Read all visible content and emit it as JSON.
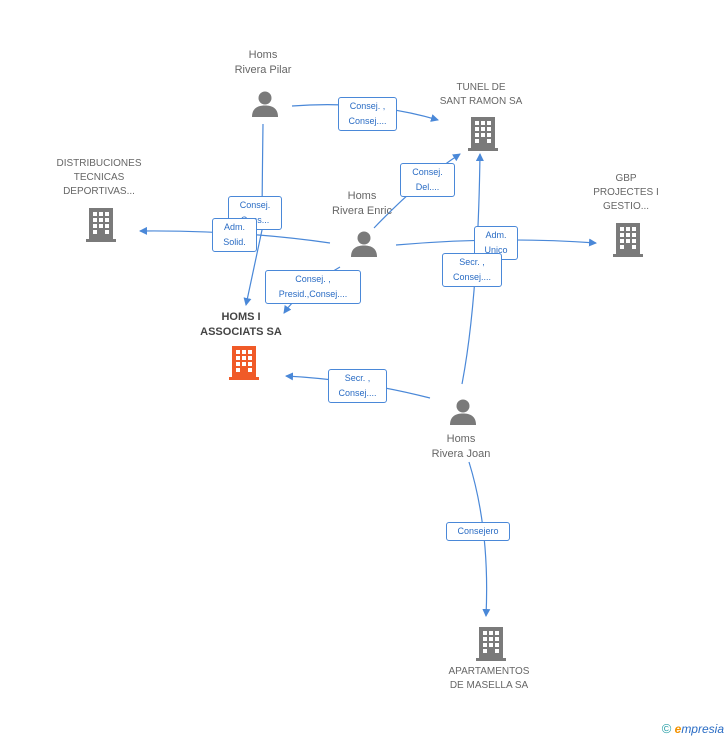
{
  "colors": {
    "edge": "#4a88d8",
    "building": "#7a7a7a",
    "main_building": "#f05a28",
    "person": "#7a7a7a"
  },
  "nodes": {
    "pilar": {
      "line1": "Homs",
      "line2": "Rivera Pilar",
      "icon": "person-icon"
    },
    "enric": {
      "line1": "Homs",
      "line2": "Rivera Enric",
      "icon": "person-icon"
    },
    "joan": {
      "line1": "Homs",
      "line2": "Rivera Joan",
      "icon": "person-icon"
    },
    "tunel": {
      "line1": "TUNEL DE",
      "line2": "SANT RAMON SA",
      "icon": "building-icon"
    },
    "distrib": {
      "line1": "DISTRIBUCIONES",
      "line2": "TECNICAS",
      "line3": "DEPORTIVAS...",
      "icon": "building-icon"
    },
    "gbp": {
      "line1": "GBP",
      "line2": "PROJECTES I",
      "line3": "GESTIO...",
      "icon": "building-icon"
    },
    "homs": {
      "line1": "HOMS I",
      "line2": "ASSOCIATS SA",
      "icon": "building-icon"
    },
    "apart": {
      "line1": "APARTAMENTOS",
      "line2": "DE MASELLA SA",
      "icon": "building-icon"
    }
  },
  "edge_labels": {
    "pilar_tunel": {
      "l1": "Consej. ,",
      "l2": "Consej...."
    },
    "pilar_homs": {
      "l1": "Consej.",
      "l2": "Cons..."
    },
    "enric_distrib": {
      "l1": "Adm.",
      "l2": "Solid."
    },
    "enric_tunel": {
      "l1": "Consej.",
      "l2": "Del...."
    },
    "enric_homs": {
      "l1": "Consej. ,",
      "l2": "Presid.,Consej...."
    },
    "enric_gbp": {
      "l1": "Adm.",
      "l2": "Unico"
    },
    "joan_tunel": {
      "l1": "Secr. ,",
      "l2": "Consej...."
    },
    "joan_homs": {
      "l1": "Secr. ,",
      "l2": "Consej...."
    },
    "joan_apart": {
      "l1": "Consejero"
    }
  },
  "watermark": {
    "copyright": "©",
    "brand_e": "e",
    "brand_rest": "mpresia"
  }
}
